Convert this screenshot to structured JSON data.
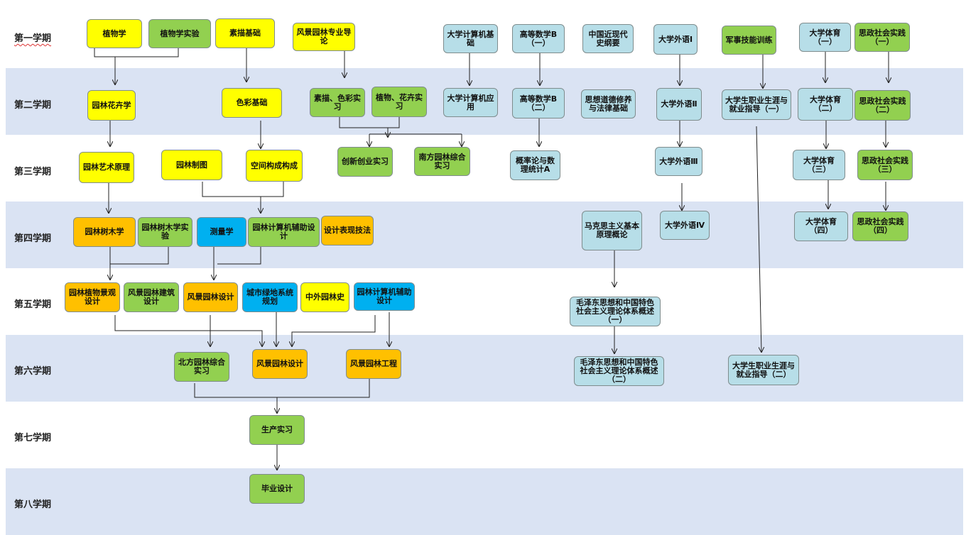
{
  "semesters": [
    "第一学期",
    "第二学期",
    "第三学期",
    "第四学期",
    "第五学期",
    "第六学期",
    "第七学期",
    "第八学期"
  ],
  "colors": {
    "yellow": "#ffff00",
    "green": "#92d050",
    "teal": "#b7dee8",
    "orange": "#ffc000",
    "blue": "#00b0f0",
    "band": "#dae3f3"
  },
  "courses": {
    "zwx": "植物学",
    "zwxsy": "植物学实验",
    "smjc": "素描基础",
    "fjdl": "风景园林专业导论",
    "dxjsjjc": "大学计算机基础",
    "gdsx1": "高等数学B（一）",
    "zgjdsgy": "中国近现代史纲要",
    "dxwy1": "大学外语Ⅰ",
    "jsjn": "军事技能训练",
    "dxty1": "大学体育（一）",
    "szsh1": "思政社会实践（一）",
    "ylhh": "园林花卉学",
    "scjc": "色彩基础",
    "smscsx": "素描、色彩实习",
    "zwhhsx": "植物、花卉实习",
    "dxjsjyy": "大学计算机应用",
    "gdsx2": "高等数学B（二）",
    "sxdd": "思想道德修养与法律基础",
    "dxwy2": "大学外语Ⅱ",
    "zyjy1": "大学生职业生涯与就业指导（一）",
    "dxty2": "大学体育（二）",
    "szsh2": "思政社会实践（二）",
    "ylys": "园林艺术原理",
    "ylzt": "园林制图",
    "kjgc": "空间构成构成",
    "cxcy": "创新创业实习",
    "nfyl": "南方园林综合实习",
    "glt": "概率论与数理统计A",
    "dxwy3": "大学外语Ⅲ",
    "dxty3": "大学体育（三）",
    "szsh3": "思政社会实践（三）",
    "ylsm": "园林树木学",
    "ylsmsy": "园林树木学实验",
    "clx": "测量学",
    "yljsjfz1": "园林计算机辅助设计",
    "sjbx": "设计表现技法",
    "mks": "马克思主义基本原理概论",
    "dxwy4": "大学外语Ⅳ",
    "dxty4": "大学体育（四）",
    "szsh4": "思政社会实践（四）",
    "ylzwjg": "园林植物景观设计",
    "fjjz": "风景园林建筑设计",
    "fjsj5": "风景园林设计",
    "csld": "城市绿地系统规划",
    "zwyls": "中外园林史",
    "yljsjfz2": "园林计算机辅助设计",
    "mzd1": "毛泽东思想和中国特色社会主义理论体系概述（一）",
    "bfyl": "北方园林综合实习",
    "fjsj6": "风景园林设计",
    "fjgc": "风景园林工程",
    "mzd2": "毛泽东思想和中国特色社会主义理论体系概述（二）",
    "zyjy2": "大学生职业生涯与就业指导（二）",
    "scsx": "生产实习",
    "bysj": "毕业设计"
  }
}
